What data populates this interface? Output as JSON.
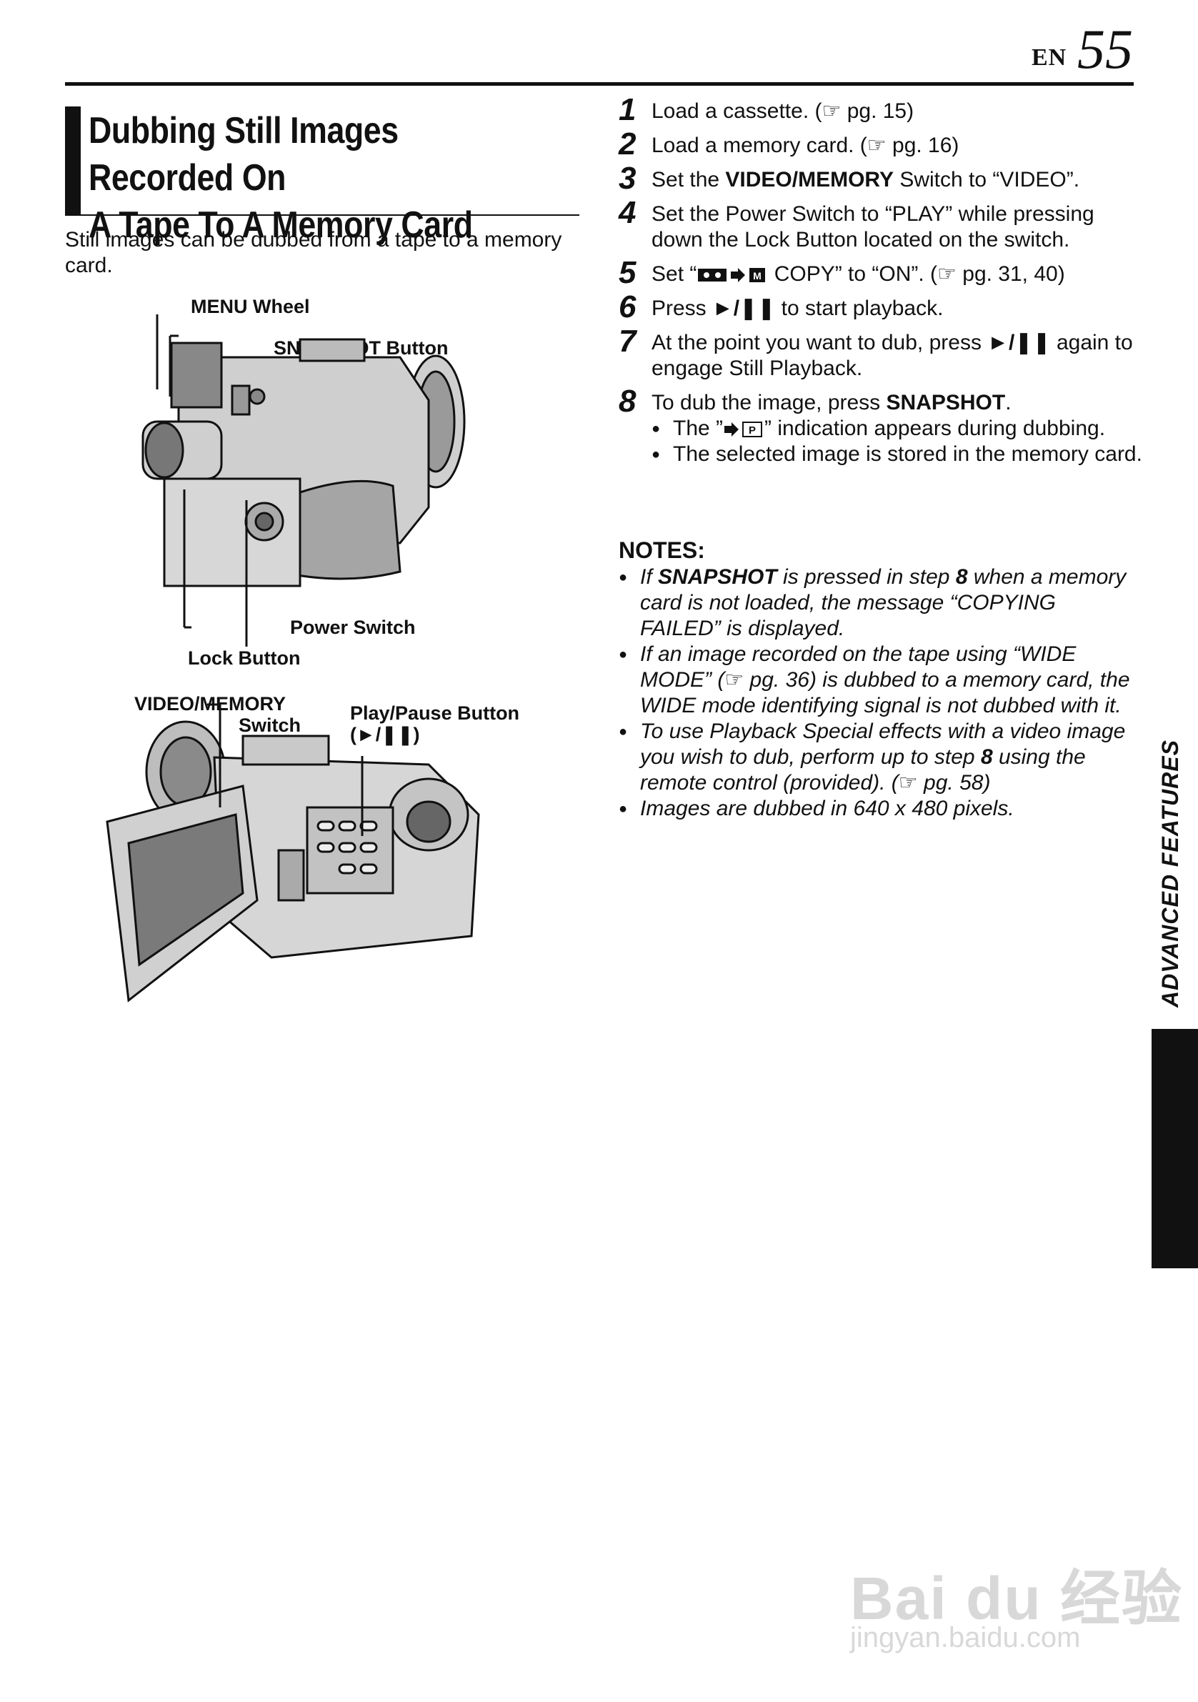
{
  "header": {
    "lang": "EN",
    "page_number": "55"
  },
  "title": {
    "line1": "Dubbing Still Images Recorded On",
    "line2": "A Tape To A Memory Card"
  },
  "intro": "Still images can be dubbed from a tape to a memory card.",
  "figure1": {
    "menu_wheel": "MENU Wheel",
    "snapshot_button": "SNAPSHOT Button",
    "power_switch": "Power Switch",
    "lock_button": "Lock Button"
  },
  "figure2": {
    "video_memory_line1": "VIDEO/MEMORY",
    "video_memory_line2": "Switch",
    "play_pause_line1": "Play/Pause Button",
    "play_pause_line2": "(►/❚❚)"
  },
  "steps": [
    {
      "num": "1",
      "text": "Load a cassette. (☞ pg. 15)"
    },
    {
      "num": "2",
      "text": "Load a memory card. (☞ pg. 16)"
    },
    {
      "num": "3",
      "pre": "Set the ",
      "bold": "VIDEO/MEMORY",
      "post": " Switch to “VIDEO”."
    },
    {
      "num": "4",
      "text": "Set the Power Switch to “PLAY” while pressing down the Lock Button located on the switch."
    },
    {
      "num": "5",
      "pre": "Set “",
      "post": " COPY” to “ON”. (☞ pg. 31, 40)"
    },
    {
      "num": "6",
      "pre": "Press ",
      "bold": "►/❚❚",
      "post": " to start playback."
    },
    {
      "num": "7",
      "pre": "At the point you want to dub, press ",
      "bold": "►/❚❚",
      "post": " again to engage Still Playback."
    },
    {
      "num": "8",
      "pre": "To dub the image, press ",
      "bold": "SNAPSHOT",
      "post": "."
    }
  ],
  "step8_bullets": [
    {
      "pre": "The ”",
      "post": "” indication appears during dubbing."
    },
    {
      "text": "The selected image is stored in the memory card."
    }
  ],
  "notes_heading": "NOTES:",
  "notes": [
    {
      "pre": "If ",
      "b1": "SNAPSHOT",
      "mid": " is pressed in step ",
      "b2": "8",
      "post": " when a memory card is not loaded, the message “COPYING FAILED” is displayed."
    },
    {
      "text": "If an image recorded on the tape using “WIDE MODE” (☞ pg. 36) is dubbed to a memory card, the WIDE mode identifying signal is not dubbed with it."
    },
    {
      "pre": "To use Playback Special effects with a video image you wish to dub, perform up to step ",
      "b2": "8",
      "post": " using the remote control (provided). (☞ pg. 58)"
    },
    {
      "text": "Images are dubbed in 640 x 480 pixels."
    }
  ],
  "side_tab": "ADVANCED FEATURES",
  "watermark": {
    "logo": "Bai du 经验",
    "url": "jingyan.baidu.com"
  }
}
